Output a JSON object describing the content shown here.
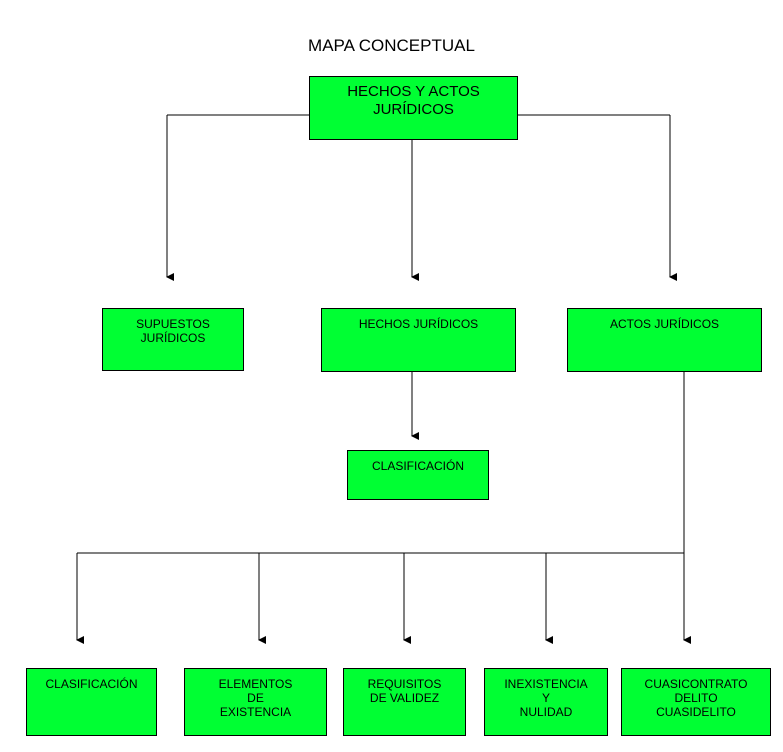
{
  "title": "MAPA CONCEPTUAL",
  "nodes": {
    "root": [
      "HECHOS Y ACTOS",
      "JURÍDICOS"
    ],
    "supuestos": [
      "SUPUESTOS",
      "JURÍDICOS"
    ],
    "hechos": [
      "HECHOS JURÍDICOS"
    ],
    "actos": [
      "ACTOS JURÍDICOS"
    ],
    "clasificacion_hechos": [
      "CLASIFICACIÓN"
    ],
    "clasificacion_actos": [
      "CLASIFICACIÓN"
    ],
    "elementos": [
      "ELEMENTOS",
      "DE",
      "EXISTENCIA"
    ],
    "requisitos": [
      "REQUISITOS",
      "DE VALIDEZ"
    ],
    "inexistencia": [
      "INEXISTENCIA",
      "Y",
      "NULIDAD"
    ],
    "cuasicontrato": [
      "CUASICONTRATO",
      "DELITO",
      "CUASIDELITO"
    ]
  },
  "colors": {
    "node_fill": "#00ff33",
    "line": "#000000"
  }
}
